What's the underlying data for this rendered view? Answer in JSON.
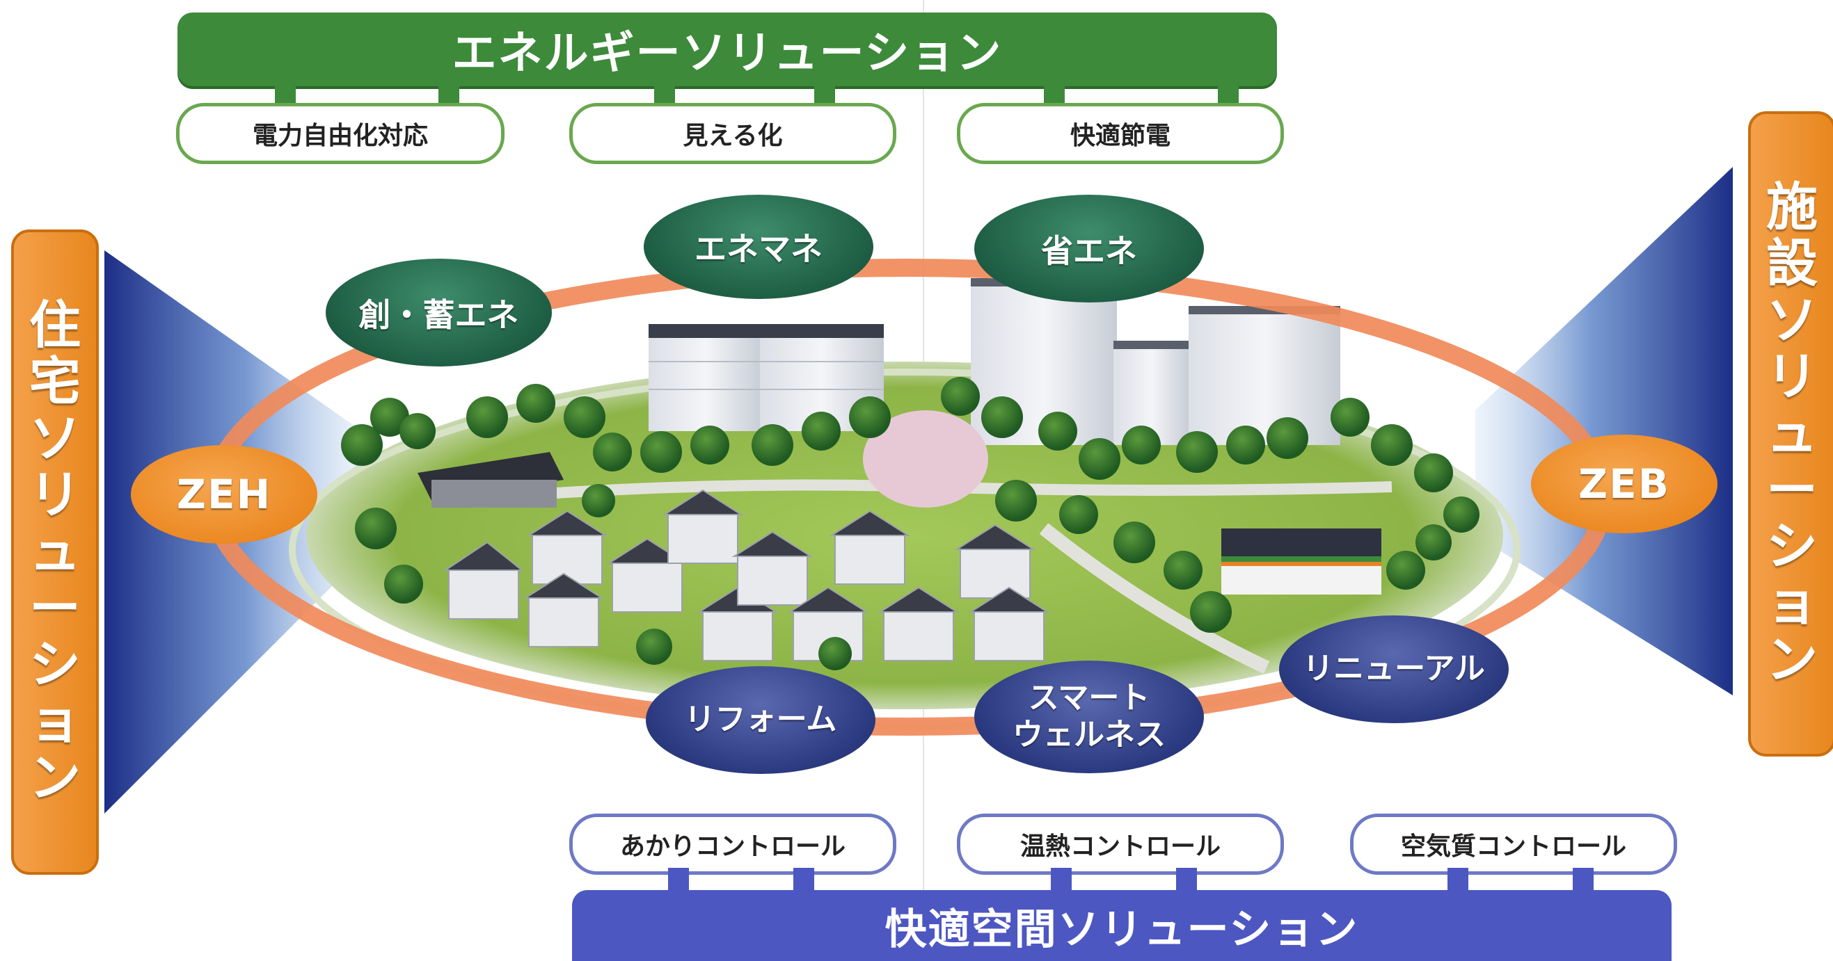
{
  "top_banner": {
    "title": "エネルギーソリューション",
    "items": [
      "電力自由化対応",
      "見える化",
      "快適節電"
    ]
  },
  "bottom_banner": {
    "title": "快適空間ソリューション",
    "items": [
      "あかりコントロール",
      "温熱コントロール",
      "空気質コントロール"
    ]
  },
  "left_side": {
    "chars": [
      "住",
      "宅",
      "ソ",
      "リ",
      "ュ",
      "ー",
      "シ",
      "ョ",
      "ン"
    ]
  },
  "right_side": {
    "chars": [
      "施",
      "設",
      "ソ",
      "リ",
      "ュ",
      "ー",
      "シ",
      "ョ",
      "ン"
    ]
  },
  "ring_nodes": {
    "zeh": "ZEH",
    "zeb": "ZEB",
    "sou_chiku_ene": "創・蓄エネ",
    "enemane": "エネマネ",
    "shou_ene": "省エネ",
    "reform": "リフォーム",
    "smart_wellness_line1": "スマート",
    "smart_wellness_line2": "ウェルネス",
    "renewal": "リニューアル"
  },
  "colors": {
    "green_banner": "#3d8a3a",
    "blue_banner": "#4c57c2",
    "orange": "#ea851c",
    "ring": "#f08a5a",
    "oval_green": "#1e5e44",
    "oval_navy": "#2b3a80"
  }
}
